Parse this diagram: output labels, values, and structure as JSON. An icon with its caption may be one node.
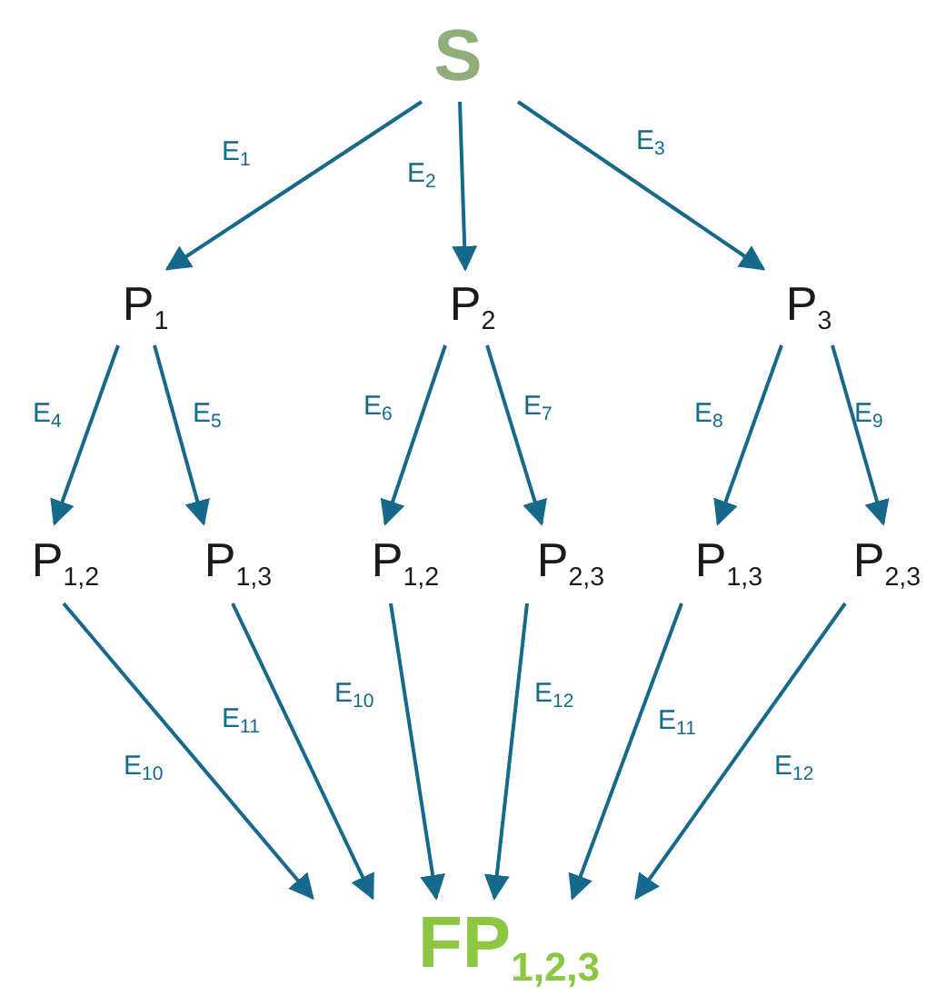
{
  "diagram": {
    "nodes": [
      {
        "text": [
          "S"
        ]
      },
      {
        "text": [
          "P$_{1}$"
        ]
      },
      {
        "text": [
          "P$_{2}$"
        ]
      },
      {
        "text": [
          "P$_{3}$"
        ]
      },
      {
        "text": [
          "P$_{1,2}$"
        ]
      },
      {
        "text": [
          "P$_{1,3}$"
        ]
      },
      {
        "text": [
          "P$_{1,2}$"
        ]
      },
      {
        "text": [
          "P$_{2,3}$"
        ]
      },
      {
        "text": [
          "P$_{1,3}$"
        ]
      },
      {
        "text": [
          "P$_{2,3}$"
        ]
      },
      {
        "text": [
          "FP$_{1,2,3}$"
        ]
      }
    ],
    "edges": [
      {
        "from": 0,
        "to": 1,
        "arrow": "to",
        "label": "E$_{1}$"
      },
      {
        "from": 0,
        "to": 2,
        "arrow": "to",
        "label": "E$_{2}$"
      },
      {
        "from": 0,
        "to": 3,
        "arrow": "to",
        "label": "E$_{3}$"
      },
      {
        "from": 1,
        "to": 4,
        "arrow": "to",
        "label": "E$_{4}$"
      },
      {
        "from": 1,
        "to": 5,
        "arrow": "to",
        "label": "E$_{5}$"
      },
      {
        "from": 2,
        "to": 6,
        "arrow": "to",
        "label": "E$_{6}$"
      },
      {
        "from": 2,
        "to": 7,
        "arrow": "to",
        "label": "E$_{7}$"
      },
      {
        "from": 3,
        "to": 8,
        "arrow": "to",
        "label": "E$_{8}$"
      },
      {
        "from": 3,
        "to": 9,
        "arrow": "to",
        "label": "E$_{9}$"
      },
      {
        "from": 4,
        "to": 10,
        "arrow": "to",
        "label": "E$_{10}$"
      },
      {
        "from": 5,
        "to": 10,
        "arrow": "to",
        "label": "E$_{11}$"
      },
      {
        "from": 6,
        "to": 10,
        "arrow": "to",
        "label": "E$_{10}$"
      },
      {
        "from": 7,
        "to": 10,
        "arrow": "to",
        "label": "E$_{12}$"
      },
      {
        "from": 8,
        "to": 10,
        "arrow": "to",
        "label": "E$_{11}$"
      },
      {
        "from": 9,
        "to": 10,
        "arrow": "to",
        "label": "E$_{12}$"
      }
    ]
  }
}
